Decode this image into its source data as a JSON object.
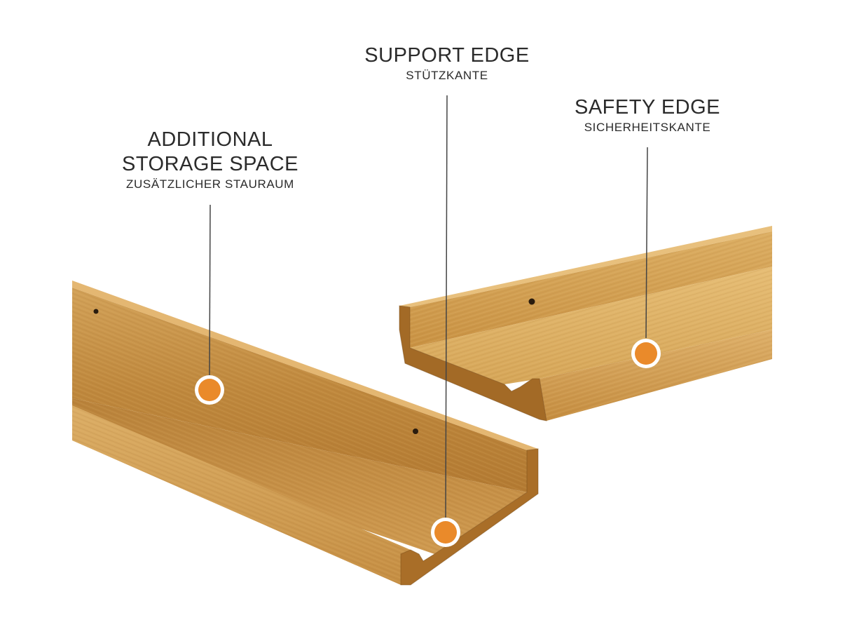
{
  "labels": {
    "support_edge": {
      "en": "SUPPORT EDGE",
      "de": "STÜTZKANTE"
    },
    "safety_edge": {
      "en": "SAFETY EDGE",
      "de": "SICHERHEITSKANTE"
    },
    "storage_space": {
      "en_line1": "ADDITIONAL",
      "en_line2": "STORAGE SPACE",
      "de": "ZUSÄTZLICHER STAURAUM"
    }
  },
  "colors": {
    "marker_fill": "#ea8a2a",
    "marker_ring": "#ffffff",
    "leader_line": "#444444",
    "wood_light": "#d9a95c",
    "wood_mid": "#c8913f",
    "wood_dark": "#a8702a",
    "text": "#2b2b2b"
  }
}
